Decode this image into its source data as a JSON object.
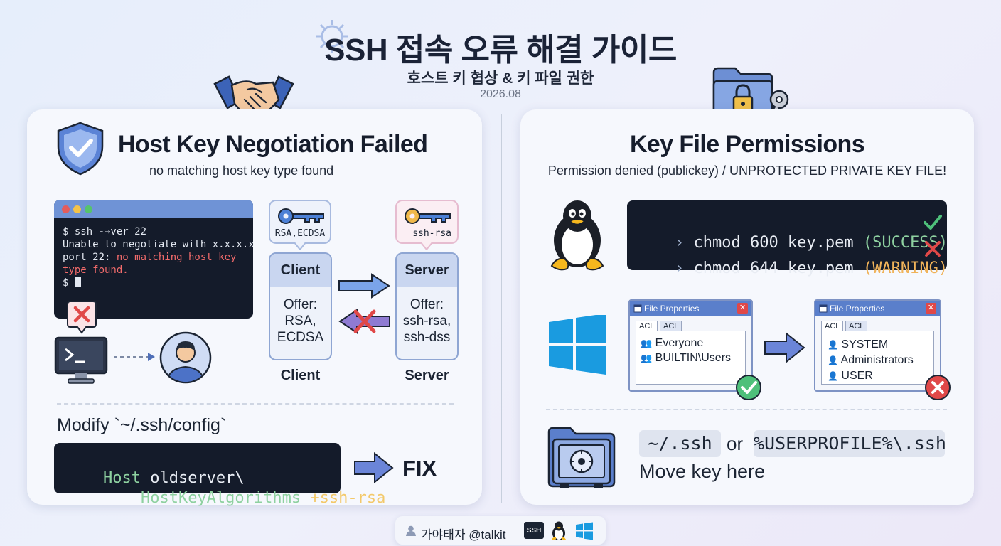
{
  "header": {
    "title": "SSH 접속 오류 해결 가이드",
    "subtitle": "호스트 키 협상 & 키 파일 권한",
    "date": "2026.08"
  },
  "left": {
    "heading": "Host Key Negotiation Failed",
    "subheading": "no matching host key type found",
    "terminal": {
      "line1": "$ ssh -→ver 22",
      "line2": "Unable to negotiate with x.x.x.x",
      "line3_pre": "port 22: ",
      "line3_err": "no matching host key",
      "line4_err": "type found.",
      "prompt": "$ "
    },
    "client_bubble": "RSA,ECDSA",
    "server_bubble": "ssh-rsa",
    "client": {
      "title": "Client",
      "body1": "Offer:",
      "body2": "RSA,",
      "body3": "ECDSA",
      "label": "Client"
    },
    "server": {
      "title": "Server",
      "body1": "Offer:",
      "body2": "ssh-rsa,",
      "body3": "ssh-dss",
      "label": "Server"
    },
    "modify_label": "Modify `~/.ssh/config`",
    "code": {
      "kw": "Host",
      "host": " oldserver\\",
      "indent": "    HostKeyAlgorithms",
      "value": " +ssh-rsa"
    },
    "fix_label": "FIX"
  },
  "right": {
    "heading": "Key File Permissions",
    "subheading": "Permission denied (publickey) / UNPROTECTED PRIVATE KEY FILE!",
    "chmod1": {
      "prompt": "›",
      "cmd": " chmod 600 key.pem ",
      "status": "(SUCCESS)"
    },
    "chmod2": {
      "prompt": "›",
      "cmd": " chmod 644 key.pem ",
      "status": "(WARNING)"
    },
    "dialog1": {
      "title": "File Properties",
      "tab1": "ACL",
      "tab2": "ACL",
      "items": [
        "Everyone",
        "BUILTIN\\Users"
      ]
    },
    "dialog2": {
      "title": "File Properties",
      "tab1": "ACL",
      "tab2": "ACL",
      "items": [
        "SYSTEM",
        "Administrators",
        "USER"
      ]
    },
    "path1": "~/.ssh",
    "or_label": "or",
    "path2": "%USERPROFILE%\\.ssh",
    "move_label": "Move key here"
  },
  "footer": {
    "author": "가야태자 @talkit",
    "ssh_badge": "SSH"
  },
  "colors": {
    "accent_blue": "#5a7fcb",
    "success_green": "#4ec07a",
    "warning_orange": "#f0b35a",
    "error_red": "#e04848",
    "terminal_bg": "#141b2a",
    "code_green": "#8ed1a0"
  },
  "icons": [
    "gear-icon",
    "handshake-icon",
    "folder-lock-icon",
    "shield-check-icon",
    "key-icon",
    "linux-penguin-icon",
    "windows-logo-icon",
    "vault-icon",
    "user-avatar-icon",
    "monitor-terminal-icon"
  ]
}
